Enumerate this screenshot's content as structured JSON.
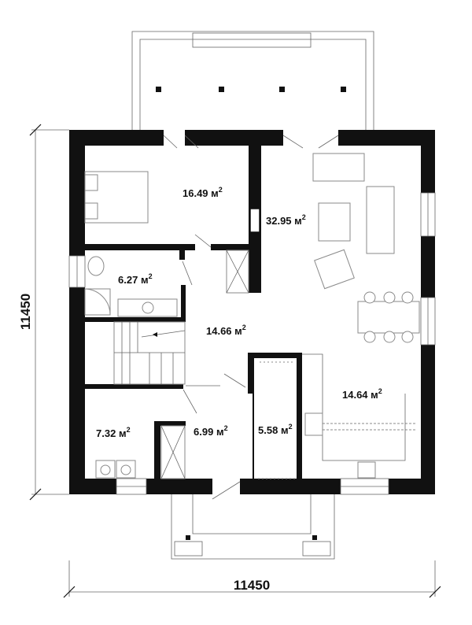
{
  "dimensions": {
    "height": "11450",
    "width": "11450"
  },
  "rooms": [
    {
      "id": "bedroom",
      "area": "16.49",
      "unit": "м",
      "exp": "2"
    },
    {
      "id": "living",
      "area": "32.95",
      "unit": "м",
      "exp": "2"
    },
    {
      "id": "bathroom",
      "area": "6.27",
      "unit": "м",
      "exp": "2"
    },
    {
      "id": "hall",
      "area": "14.66",
      "unit": "м",
      "exp": "2"
    },
    {
      "id": "kitchen",
      "area": "14.64",
      "unit": "м",
      "exp": "2"
    },
    {
      "id": "laundry",
      "area": "7.32",
      "unit": "м",
      "exp": "2"
    },
    {
      "id": "entry",
      "area": "6.99",
      "unit": "м",
      "exp": "2"
    },
    {
      "id": "closet",
      "area": "5.58",
      "unit": "м",
      "exp": "2"
    }
  ],
  "colors": {
    "wall": "#111111",
    "line": "#666666",
    "furniture": "#8a8a8a"
  }
}
